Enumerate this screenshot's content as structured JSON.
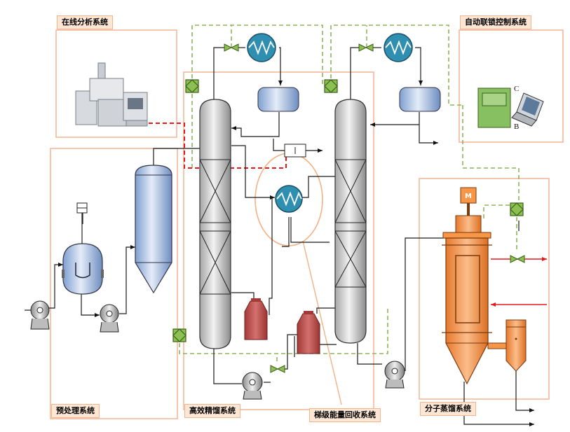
{
  "labels": {
    "online_analysis": "在线分析系统",
    "auto_interlock": "自动联锁控制系统",
    "pretreatment": "预处理系统",
    "distillation": "高效精馏系统",
    "energy_recovery": "梯级能量回收系统",
    "molecular": "分子蒸馏系统"
  },
  "markers": {
    "c": "C",
    "b": "B",
    "motor": "M"
  },
  "colors": {
    "frame": "#f3b493",
    "label_bg": "#fde6d4",
    "process_line": "#1a1a1a",
    "signal_line": "#8fb55a",
    "analysis_line": "#e8191b",
    "hot_stream": "#e8191b",
    "column_fill": "#d9d9d9",
    "tank_fill": "#b9cbe7",
    "heat_exchanger": "#2f8fb0",
    "reboiler": "#c0504d",
    "valve": "#8cc152",
    "molecular_still": "#f79646",
    "controller": "#86c060",
    "energy_circle": "#f4b183"
  }
}
